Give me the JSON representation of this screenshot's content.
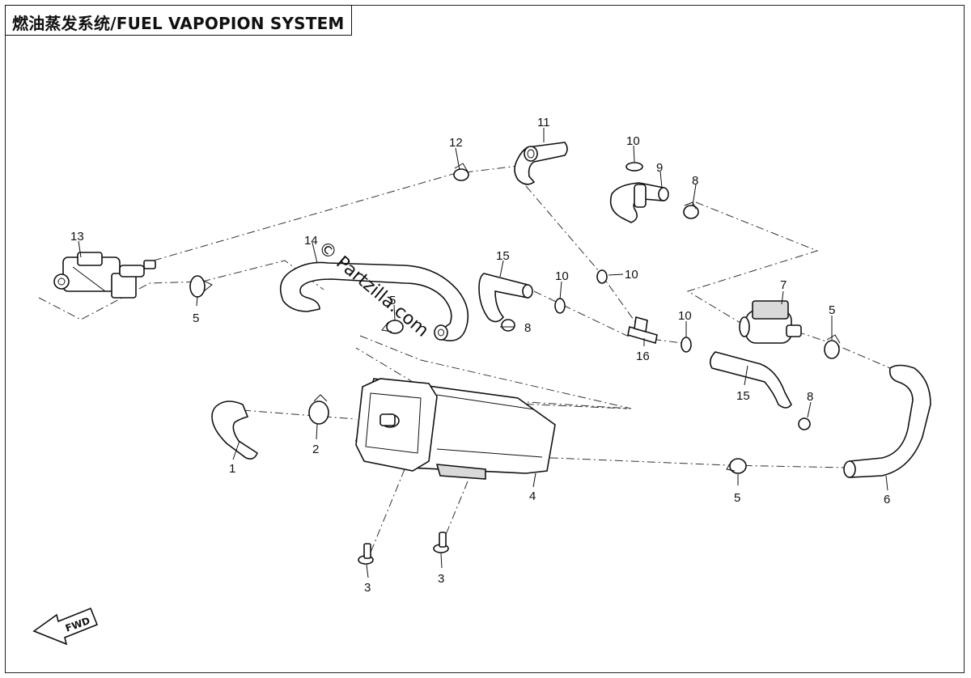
{
  "title": "燃油蒸发系统/FUEL VAPOPION SYSTEM",
  "watermark": "© Partzilla.com",
  "fwd_label": "FWD",
  "callouts": {
    "c1": "1",
    "c2": "2",
    "c3a": "3",
    "c3b": "3",
    "c4": "4",
    "c5a": "5",
    "c5b": "5",
    "c5c": "5",
    "c5d": "5",
    "c6": "6",
    "c7": "7",
    "c8a": "8",
    "c8b": "8",
    "c8c": "8",
    "c9": "9",
    "c10a": "10",
    "c10b": "10",
    "c10c": "10",
    "c10d": "10",
    "c11": "11",
    "c12": "12",
    "c13": "13",
    "c14": "14",
    "c15a": "15",
    "c15b": "15",
    "c16": "16"
  }
}
